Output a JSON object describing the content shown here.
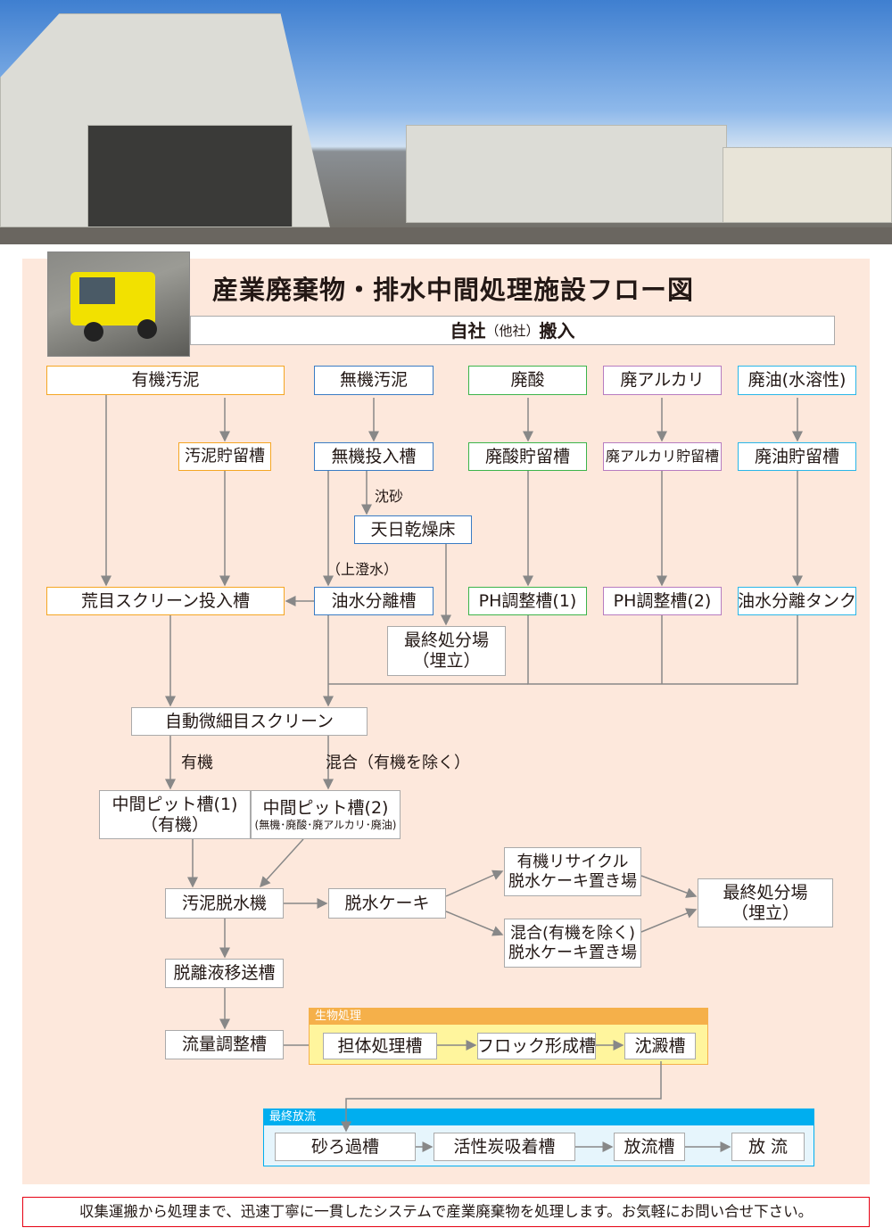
{
  "title": "産業廃棄物・排水中間処理施設フロー図",
  "intake": {
    "main1": "自社",
    "sub": "（他社）",
    "main2": "搬入"
  },
  "row1": [
    "有機汚泥",
    "無機汚泥",
    "廃酸",
    "廃アルカリ",
    "廃油(水溶性)"
  ],
  "row2": [
    "汚泥貯留槽",
    "無機投入槽",
    "廃酸貯留槽",
    "廃アルカリ貯留槽",
    "廃油貯留槽"
  ],
  "labels": {
    "sand": "沈砂",
    "supernatant": "（上澄水）",
    "organic": "有機",
    "mixed": "混合（有機を除く）"
  },
  "sun_dry_bed": "天日乾燥床",
  "row3": [
    "荒目スクリーン投入槽",
    "油水分離槽",
    "PH調整槽(1)",
    "PH調整槽(2)",
    "油水分離タンク"
  ],
  "landfill1": {
    "line1": "最終処分場",
    "line2": "（埋立）"
  },
  "auto_screen": "自動微細目スクリーン",
  "pit1": {
    "line1": "中間ピット槽(1)",
    "line2": "（有機）"
  },
  "pit2": {
    "line1": "中間ピット槽(2)",
    "line2": "(無機･廃酸･廃アルカリ･廃油)"
  },
  "dehydrator": "汚泥脱水機",
  "cake": "脱水ケーキ",
  "recycle": {
    "line1": "有機リサイクル",
    "line2": "脱水ケーキ置き場"
  },
  "mixed_yard": {
    "line1": "混合(有機を除く)",
    "line2": "脱水ケーキ置き場"
  },
  "landfill2": {
    "line1": "最終処分場",
    "line2": "（埋立）"
  },
  "separation_tank": "脱離液移送槽",
  "flow_adjust": "流量調整槽",
  "bio": {
    "title": "生物処理",
    "steps": [
      "担体処理槽",
      "フロック形成槽",
      "沈澱槽"
    ],
    "color": "#f5b04a"
  },
  "final": {
    "title": "最終放流",
    "steps": [
      "砂ろ過槽",
      "活性炭吸着槽",
      "放流槽",
      "放 流"
    ],
    "color": "#00aeef"
  },
  "footer": "収集運搬から処理まで、迅速丁寧に一貫したシステムで産業廃棄物を処理します。お気軽にお問い合せ下さい。"
}
